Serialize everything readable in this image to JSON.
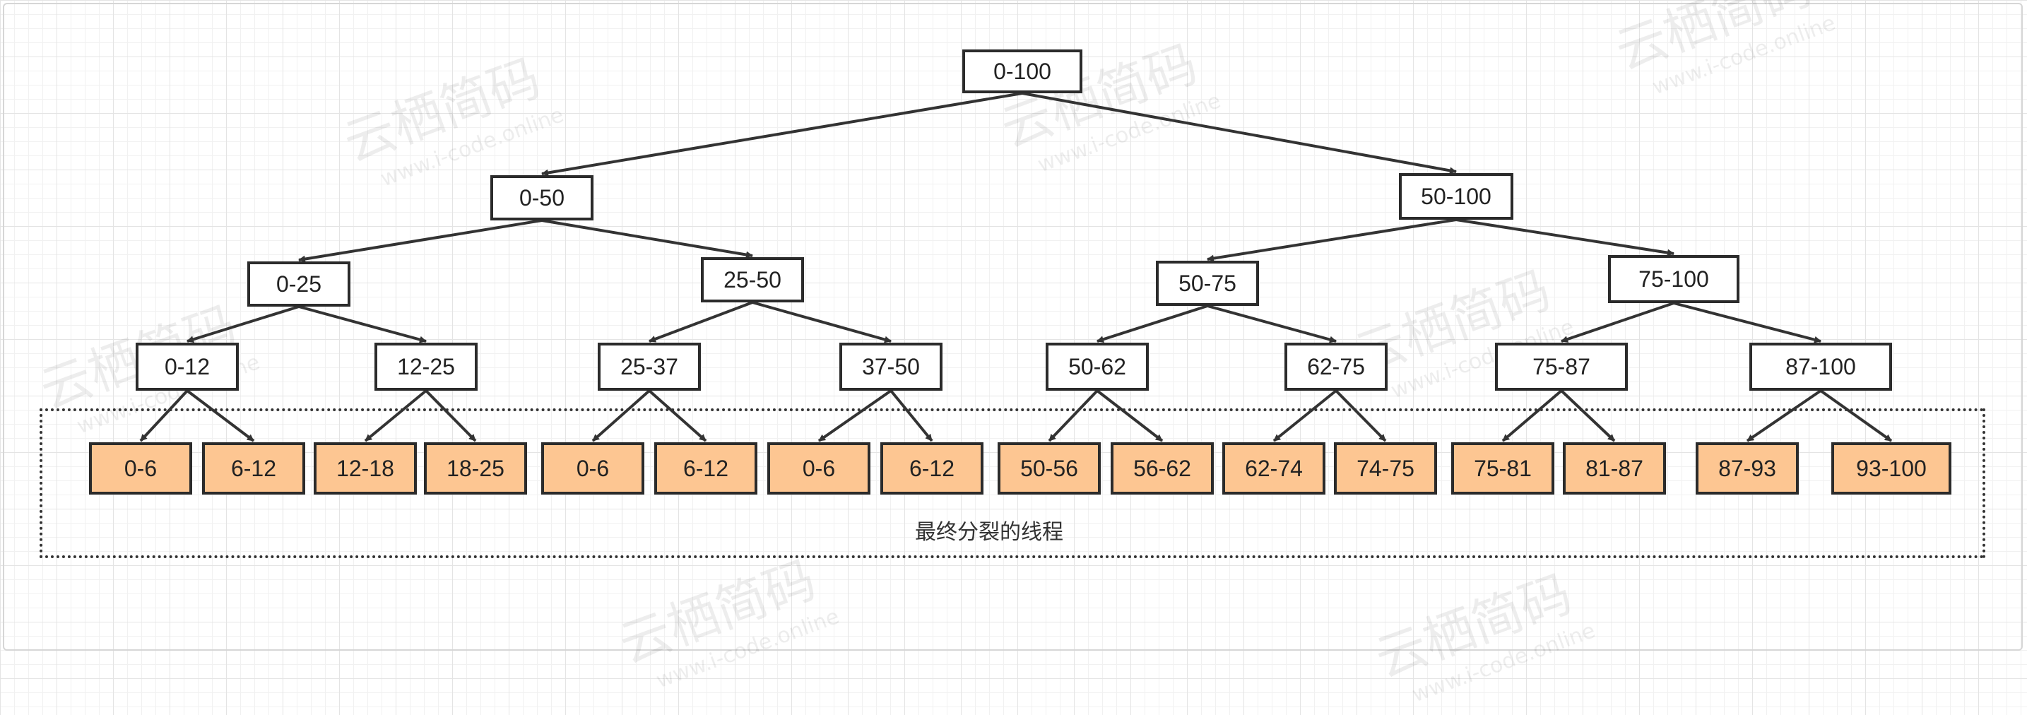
{
  "nodes": [
    "0-100",
    "0-50",
    "50-100",
    "0-25",
    "25-50",
    "50-75",
    "75-100",
    "0-12",
    "12-25",
    "25-37",
    "37-50",
    "50-62",
    "62-75",
    "75-87",
    "87-100"
  ],
  "leaves": [
    "0-6",
    "6-12",
    "12-18",
    "18-25",
    "0-6",
    "6-12",
    "0-6",
    "6-12",
    "50-56",
    "56-62",
    "62-74",
    "74-75",
    "75-81",
    "81-87",
    "87-93",
    "93-100"
  ],
  "group": {
    "label": "最终分裂的线程"
  },
  "watermark": {
    "text": "云栖简码",
    "url": "www.i-code.online"
  },
  "colors": {
    "leaf_fill": "#fdc692",
    "border": "#2b2b2b",
    "edge": "#333333"
  }
}
